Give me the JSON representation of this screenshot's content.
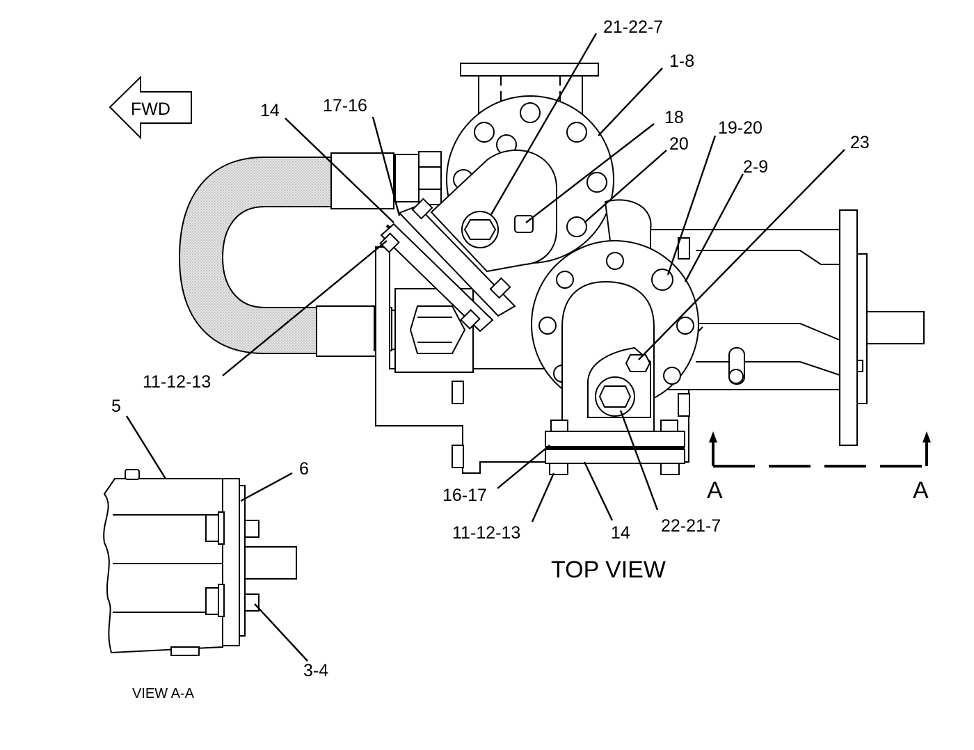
{
  "orientation": {
    "fwd_label": "FWD"
  },
  "views": {
    "top_view_title": "TOP VIEW",
    "section_title": "VIEW A-A",
    "section_marker_left": "A",
    "section_marker_right": "A"
  },
  "callouts": {
    "c_21_22_7": "21-22-7",
    "c_1_8": "1-8",
    "c_14_top": "14",
    "c_17_16": "17-16",
    "c_18": "18",
    "c_20": "20",
    "c_19_20": "19-20",
    "c_2_9": "2-9",
    "c_23": "23",
    "c_11_12_13_left": "11-12-13",
    "c_5": "5",
    "c_6": "6",
    "c_16_17": "16-17",
    "c_11_12_13_bottom": "11-12-13",
    "c_14_bottom": "14",
    "c_22_21_7": "22-21-7",
    "c_3_4": "3-4"
  },
  "colors": {
    "line": "#000000",
    "hose_fill": "#d9d9d9",
    "background": "#ffffff"
  }
}
